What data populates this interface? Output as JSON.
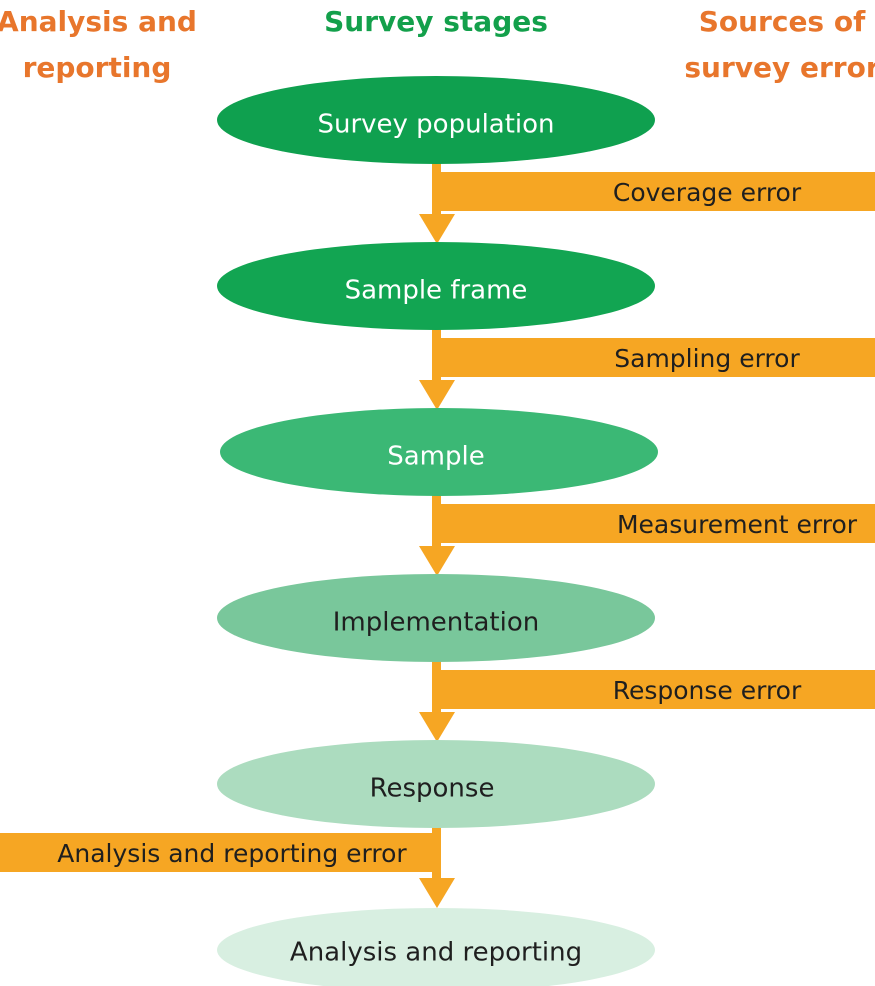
{
  "headers": {
    "left": [
      "Analysis and",
      "reporting"
    ],
    "center": "Survey stages",
    "right": [
      "Sources of",
      "survey error"
    ]
  },
  "stages": [
    {
      "label": "Survey population",
      "fill": "#0fa04f",
      "text_color": "#ffffff"
    },
    {
      "label": "Sample frame",
      "fill": "#12a552",
      "text_color": "#ffffff"
    },
    {
      "label": "Sample",
      "fill": "#3bb875",
      "text_color": "#ffffff"
    },
    {
      "label": "Implementation",
      "fill": "#79c79b",
      "text_color": "#1f1f1f"
    },
    {
      "label": "Response",
      "fill": "#acdcbf",
      "text_color": "#1f1f1f"
    },
    {
      "label": "Analysis and reporting",
      "fill": "#d8efe1",
      "text_color": "#1f1f1f"
    }
  ],
  "errors": [
    {
      "label": "Coverage error",
      "side": "right"
    },
    {
      "label": "Sampling error",
      "side": "right"
    },
    {
      "label": "Measurement error",
      "side": "right"
    },
    {
      "label": "Response error",
      "side": "right"
    },
    {
      "label": "Analysis and reporting error",
      "side": "left"
    }
  ],
  "colors": {
    "header_orange": "#e8762c",
    "header_green": "#13a04b",
    "error_bar": "#f6a623",
    "error_text": "#1f1f1f"
  }
}
